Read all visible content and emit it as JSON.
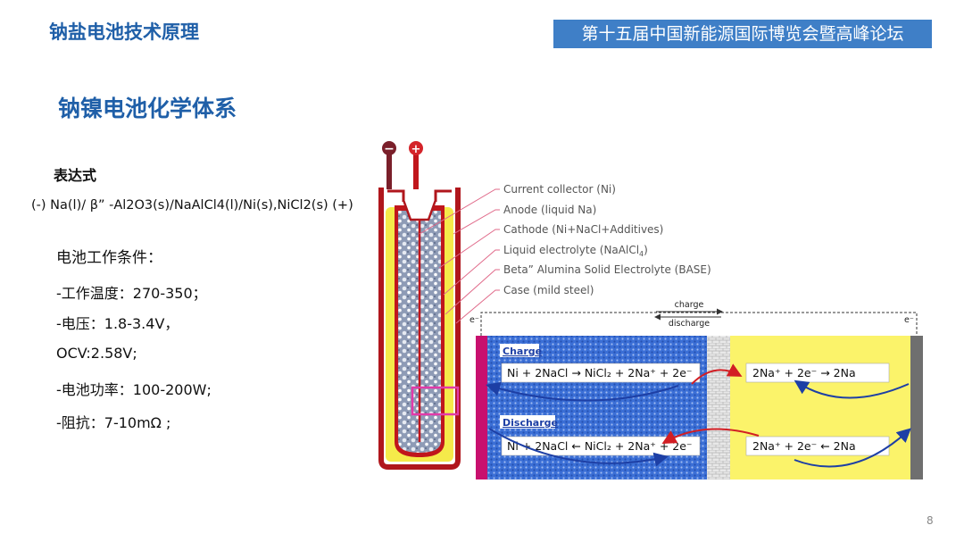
{
  "header": {
    "section_title": "钠盐电池技术原理",
    "banner": "第十五届中国新能源国际博览会暨高峰论坛"
  },
  "main_title": "钠镍电池化学体系",
  "expression": {
    "heading": "表达式",
    "formula": "(-) Na(l)/ β” -Al2O3(s)/NaAlCl4(l)/Ni(s),NiCl2(s) (+)"
  },
  "conditions": {
    "heading": "电池工作条件：",
    "items": [
      "-工作温度：270-350；",
      "-电压：1.8-3.4V，",
      "OCV:2.58V;",
      "-电池功率：100-200W;",
      "-阻抗：7-10mΩ ;"
    ]
  },
  "diagram": {
    "terminals": {
      "negative": "−",
      "positive": "+"
    },
    "labels": [
      "Current collector (Ni)",
      "Anode (liquid Na)",
      "Cathode (Ni+NaCl+Additives)",
      "Liquid electrolyte (NaAlCl",
      "Beta” Alumina Solid Electrolyte (BASE)",
      "Case (mild steel)"
    ],
    "electrolyte_subscript": "4",
    "electron_left": "e⁻",
    "electron_right": "e⁻",
    "charge_label": "charge",
    "discharge_label": "discharge",
    "charge_box": "Charge",
    "discharge_box": "Discharge",
    "charge_eq_left": "Ni + 2NaCl → NiCl₂ + 2Na⁺ + 2e⁻",
    "charge_eq_right": "2Na⁺ + 2e⁻ → 2Na",
    "discharge_eq_left": "Ni + 2NaCl ← NiCl₂ + 2Na⁺ + 2e⁻",
    "discharge_eq_right": "2Na⁺ + 2e⁻ ← 2Na"
  },
  "page_number": "8",
  "colors": {
    "brand_blue": "#1f5fa8",
    "banner_blue": "#3f7fc7",
    "cell_red": "#c0161c",
    "anode_yellow": "#f7f06a",
    "cathode_blue": "#3b6fd6",
    "collector_magenta": "#c8106e",
    "case_gray": "#6f6f6f"
  }
}
